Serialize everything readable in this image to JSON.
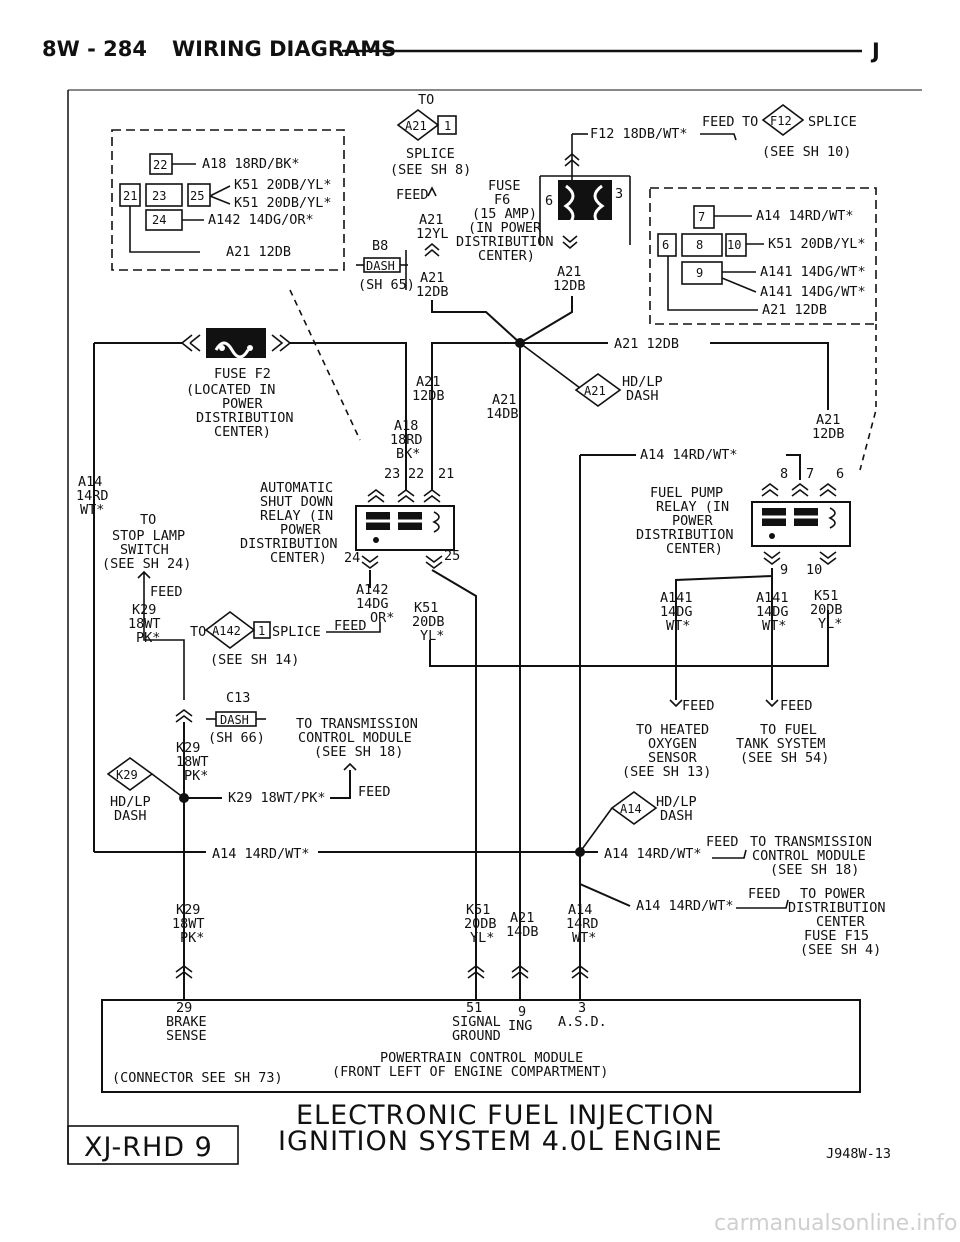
{
  "header": {
    "page": "8W - 284",
    "section": "WIRING DIAGRAMS",
    "model": "J"
  },
  "top_connector": {
    "to": "TO",
    "conn": "A21",
    "pin": "1",
    "splice1": "SPLICE",
    "splice2": "(SEE SH 8)",
    "feed": "FEED",
    "wire1": "A21",
    "wire2": "12YL",
    "b8": "B8",
    "dash": "DASH",
    "sh65": "(SH 65)",
    "w21a": "A21",
    "w21b": "12DB"
  },
  "fuse_f6": {
    "l1": "FUSE",
    "l2": "F6",
    "l3": "(15 AMP)",
    "l4": "(IN POWER",
    "l5": "DISTRIBUTION",
    "l6": "CENTER)",
    "pin6": "6",
    "pin3": "3",
    "w1": "A21",
    "w2": "12DB"
  },
  "f12": {
    "label": "F12 18DB/WT*",
    "feed": "FEED",
    "to": "TO",
    "conn": "F12",
    "splice": "SPLICE",
    "see": "(SEE SH 10)"
  },
  "left_box": {
    "p22": "22",
    "p21": "21",
    "p23": "23",
    "p25": "25",
    "p24": "24",
    "a18": "A18 18RD/BK*",
    "k51a": "K51 20DB/YL*",
    "k51b": "K51 20DB/YL*",
    "a142": "A142 14DG/OR*",
    "a21": "A21 12DB"
  },
  "right_box": {
    "p7": "7",
    "p6": "6",
    "p8": "8",
    "p10": "10",
    "p9": "9",
    "a14": "A14 14RD/WT*",
    "k51": "K51 20DB/YL*",
    "a141a": "A141 14DG/WT*",
    "a141b": "A141 14DG/WT*",
    "a21": "A21 12DB"
  },
  "fuse_f2": {
    "l1": "FUSE F2",
    "l2": "(LOCATED IN",
    "l3": "POWER",
    "l4": "DISTRIBUTION",
    "l5": "CENTER)"
  },
  "splice_main": {
    "a21_right": "A21 12DB",
    "a21a": "A21",
    "a21b": "12DB",
    "a21c": "A21",
    "a21d": "14DB",
    "hdlp": "HD/LP",
    "dash": "DASH",
    "conn": "A21",
    "a21e": "A21",
    "a21f": "12DB"
  },
  "asd_relay": {
    "a18": "A18",
    "a18b": "18RD",
    "a18c": "BK*",
    "p23": "23",
    "p22": "22",
    "p21": "21",
    "l1": "AUTOMATIC",
    "l2": "SHUT DOWN",
    "l3": "RELAY (IN",
    "l4": "POWER",
    "l5": "DISTRIBUTION",
    "l6": "CENTER)",
    "p24": "24",
    "p25": "25"
  },
  "left_side": {
    "a14a": "A14",
    "a14b": "14RD",
    "a14c": "WT*",
    "to": "TO",
    "stop1": "STOP LAMP",
    "stop2": "SWITCH",
    "stop3": "(SEE SH 24)",
    "feed": "FEED",
    "k29a": "K29",
    "k29b": "18WT",
    "k29c": "PK*"
  },
  "a142_splice": {
    "w1": "A142",
    "w2": "14DG",
    "w3": "OR*",
    "to": "TO",
    "conn": "A142",
    "pin": "1",
    "splice": "SPLICE",
    "feed": "FEED",
    "see": "(SEE SH 14)",
    "k51a": "K51",
    "k51b": "20DB",
    "k51c": "YL*"
  },
  "fuel_pump_relay": {
    "a14": "A14 14RD/WT*",
    "p8": "8",
    "p7": "7",
    "p6": "6",
    "l1": "FUEL PUMP",
    "l2": "RELAY (IN",
    "l3": "POWER",
    "l4": "DISTRIBUTION",
    "l5": "CENTER)",
    "p9": "9",
    "p10": "10",
    "a141a1": "A141",
    "a141a2": "14DG",
    "a141a3": "WT*",
    "a141b1": "A141",
    "a141b2": "14DG",
    "a141b3": "WT*",
    "k51a": "K51",
    "k51b": "20DB",
    "k51c": "YL*",
    "feed1": "FEED",
    "feed2": "FEED",
    "oxy1": "TO HEATED",
    "oxy2": "OXYGEN",
    "oxy3": "SENSOR",
    "oxy4": "(SEE SH 13)",
    "tank1": "TO FUEL",
    "tank2": "TANK SYSTEM",
    "tank3": "(SEE SH 54)"
  },
  "c13": {
    "c13": "C13",
    "dash": "DASH",
    "sh66": "(SH 66)",
    "k29a": "K29",
    "k29b": "18WT",
    "k29c": "PK*",
    "conn": "K29",
    "hdlp": "HD/LP",
    "dash2": "DASH",
    "k29wire": "K29 18WT/PK*",
    "feed": "FEED",
    "tcm1": "TO TRANSMISSION",
    "tcm2": "CONTROL MODULE",
    "tcm3": "(SEE SH 18)"
  },
  "a14_bus": {
    "left": "A14 14RD/WT*",
    "right": "A14 14RD/WT*",
    "conn": "A14",
    "hdlp": "HD/LP",
    "dash": "DASH",
    "feed1": "FEED",
    "tcm1": "TO TRANSMISSION",
    "tcm2": "CONTROL MODULE",
    "tcm3": "(SEE SH 18)",
    "right2": "A14 14RD/WT*",
    "feed2": "FEED",
    "pwr1": "TO POWER",
    "pwr2": "DISTRIBUTION",
    "pwr3": "CENTER",
    "pwr4": "FUSE F15",
    "pwr5": "(SEE SH 4)"
  },
  "pcm": {
    "k29a": "K29",
    "k29b": "18WT",
    "k29c": "PK*",
    "k51a": "K51",
    "k51b": "20DB",
    "k51c": "YL*",
    "a21a": "A21",
    "a21b": "14DB",
    "a14a": "A14",
    "a14b": "14RD",
    "a14c": "WT*",
    "p29": "29",
    "brake": "BRAKE",
    "sense": "SENSE",
    "p51": "51",
    "signal": "SIGNAL",
    "ground": "GROUND",
    "p9": "9",
    "ing": "ING",
    "p3": "3",
    "asd": "A.S.D.",
    "name1": "POWERTRAIN CONTROL MODULE",
    "name2": "(FRONT LEFT OF ENGINE COMPARTMENT)",
    "conn": "(CONNECTOR SEE SH 73)"
  },
  "footer": {
    "title1": "ELECTRONIC FUEL INJECTION",
    "title2": "IGNITION SYSTEM 4.0L ENGINE",
    "badge": "XJ-RHD 9",
    "code": "J948W-13"
  },
  "watermark": "carmanualsonline.info"
}
